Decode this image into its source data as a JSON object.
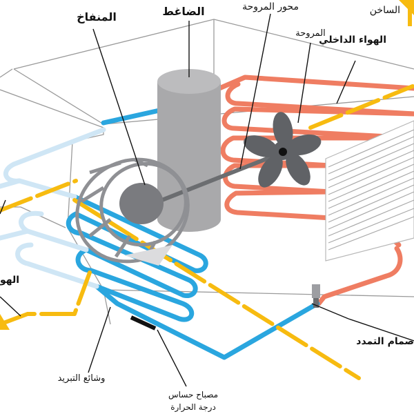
{
  "labels": {
    "blower": "المنفاخ",
    "compressor": "الضاغط",
    "fan_shaft": "محور المروحة",
    "hot_air": "الساخن",
    "fan": "المروحة",
    "indoor_air": "الهواء الداخلي",
    "expansion_valve": "صمام التمدد",
    "cooling_coils": "وشائع التبريد",
    "temp_sensor_line1": "مصباح حساس",
    "temp_sensor_line2": "درجة الحرارة",
    "cold_air_partial": "الهو"
  },
  "colors": {
    "hot_refrigerant": "#ef7d62",
    "cold_refrigerant": "#2aa6df",
    "pale_refrigerant": "#cfe6f5",
    "airflow": "#f7bb10",
    "compressor_body": "#a9a9ab",
    "compressor_top": "#b8b8ba",
    "fan_blades": "#606266",
    "housing_line": "#9a9a9a",
    "text": "#111111"
  }
}
